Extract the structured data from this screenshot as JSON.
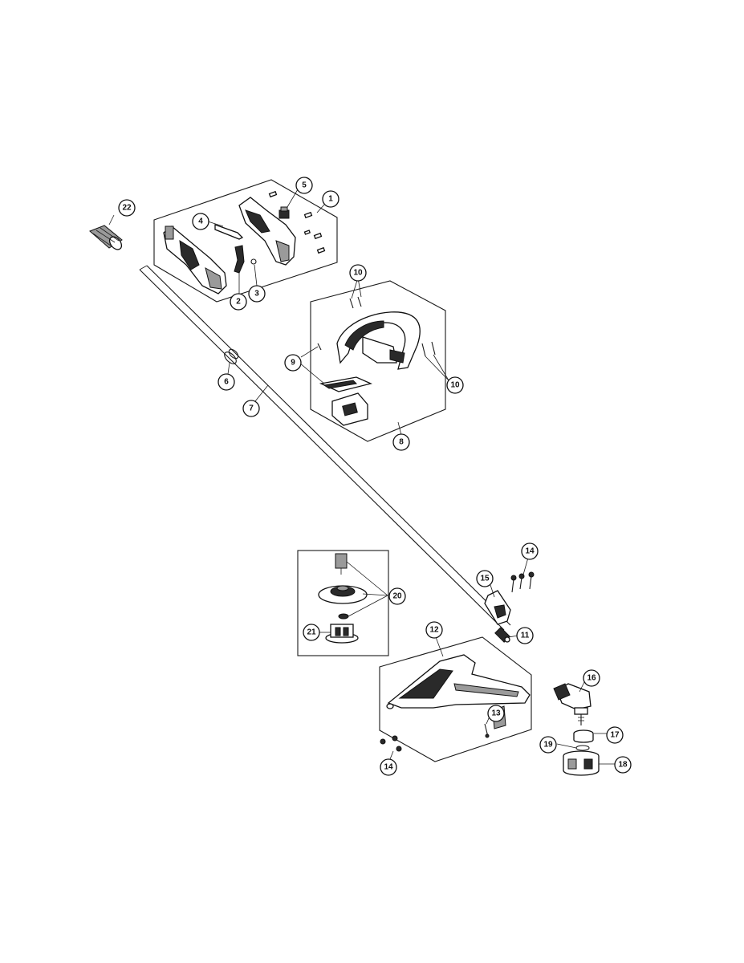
{
  "callouts": [
    {
      "id": "c1",
      "label": "1"
    },
    {
      "id": "c2",
      "label": "2"
    },
    {
      "id": "c3",
      "label": "3"
    },
    {
      "id": "c4",
      "label": "4"
    },
    {
      "id": "c5",
      "label": "5"
    },
    {
      "id": "c6",
      "label": "6"
    },
    {
      "id": "c7",
      "label": "7"
    },
    {
      "id": "c8",
      "label": "8"
    },
    {
      "id": "c9",
      "label": "9"
    },
    {
      "id": "c10a",
      "label": "10"
    },
    {
      "id": "c10b",
      "label": "10"
    },
    {
      "id": "c11",
      "label": "11"
    },
    {
      "id": "c12",
      "label": "12"
    },
    {
      "id": "c13",
      "label": "13"
    },
    {
      "id": "c14a",
      "label": "14"
    },
    {
      "id": "c14b",
      "label": "14"
    },
    {
      "id": "c15",
      "label": "15"
    },
    {
      "id": "c16",
      "label": "16"
    },
    {
      "id": "c17",
      "label": "17"
    },
    {
      "id": "c18",
      "label": "18"
    },
    {
      "id": "c19",
      "label": "19"
    },
    {
      "id": "c20",
      "label": "20"
    },
    {
      "id": "c21",
      "label": "21"
    },
    {
      "id": "c22",
      "label": "22"
    }
  ]
}
